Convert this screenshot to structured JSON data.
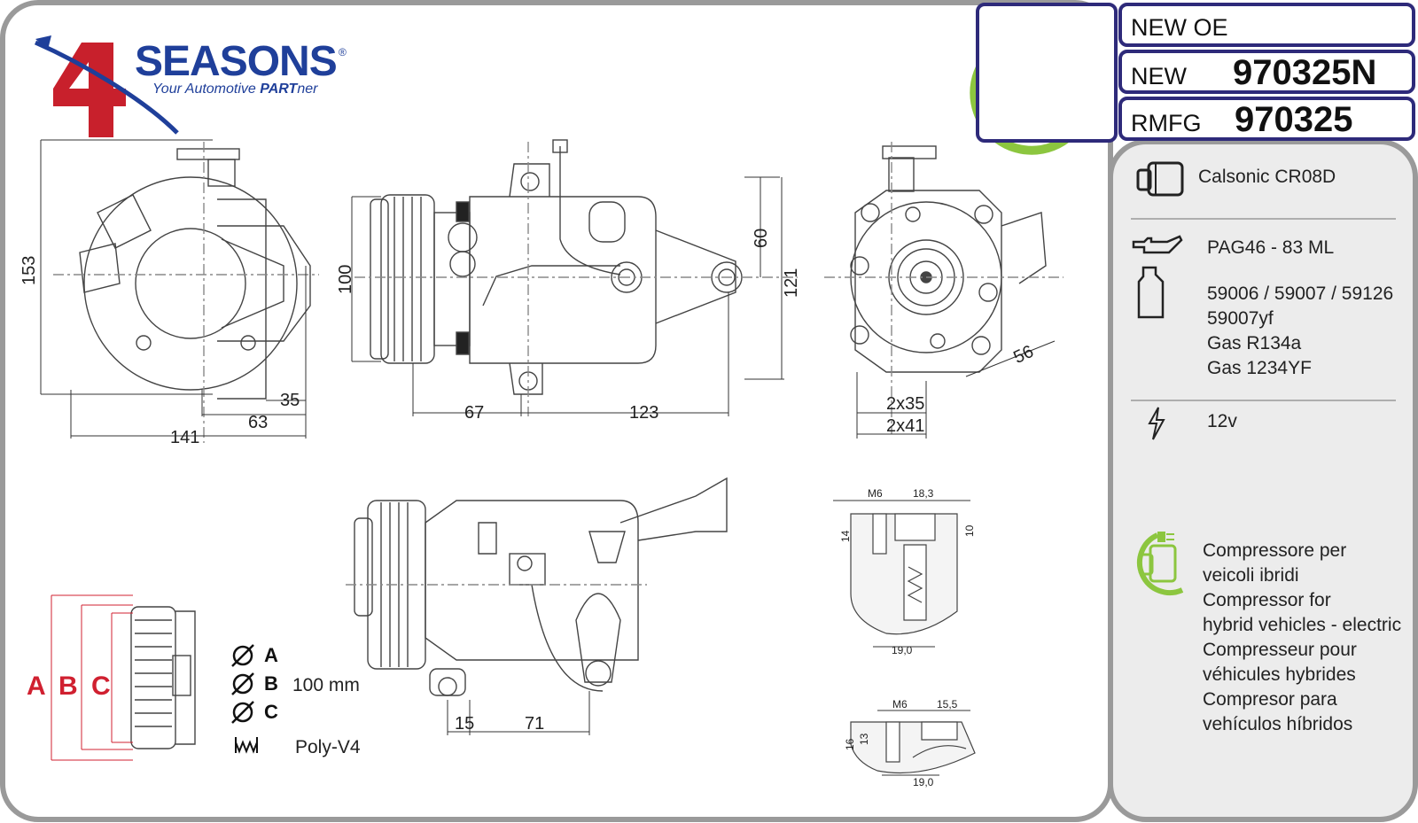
{
  "brand": {
    "digit": "4",
    "name": "SEASONS",
    "tagline_part1": "Your Automotive ",
    "tagline_part2": "PART",
    "tagline_part3": "ner",
    "registered": "®",
    "colors": {
      "red": "#c8202c",
      "blue": "#1f3f9a"
    }
  },
  "header": {
    "row1": {
      "label": "NEW OE"
    },
    "row2": {
      "label": "NEW",
      "value": "970325N"
    },
    "row3": {
      "label": "RMFG",
      "value": "970325"
    }
  },
  "specs": {
    "compressor": {
      "icon": "compressor-icon",
      "text": "Calsonic CR08D"
    },
    "oil": {
      "icon": "oil-can-icon",
      "text": "PAG46 - 83 ML"
    },
    "refrigerant": {
      "icon": "oil-bottle-icon",
      "lines": [
        "59006 / 59007 / 59126",
        "59007yf",
        "Gas R134a",
        "Gas 1234YF"
      ]
    },
    "voltage": {
      "icon": "lightning-icon",
      "text": "12v"
    },
    "hybrid": {
      "icon": "hybrid-compressor-icon",
      "lines": [
        "Compressore per",
        "veicoli ibridi",
        "Compressor for",
        "hybrid vehicles - electric",
        "Compresseur pour",
        "véhicules hybrides",
        "Compresor para",
        "vehículos híbridos"
      ]
    }
  },
  "pulley": {
    "labels": [
      "A",
      "B",
      "C"
    ],
    "diameter_a": "A",
    "diameter_b": "B",
    "diameter_c": "C",
    "diameter_value": "100 mm",
    "belt_type": "Poly-V4"
  },
  "dimensions": {
    "left_height": "153",
    "left_35": "35",
    "left_63": "63",
    "left_141": "141",
    "center_100": "100",
    "center_60": "60",
    "center_121": "121",
    "center_67": "67",
    "center_123": "123",
    "right_56": "56",
    "right_2x35": "2x35",
    "right_2x41": "2x41",
    "bottom_15": "15",
    "bottom_71": "71",
    "port1_m6": "M6",
    "port1_18_3": "18,3",
    "port1_14": "14",
    "port1_10": "10",
    "port1_19": "19,0",
    "port2_m6": "M6",
    "port2_15_5": "15,5",
    "port2_16": "16",
    "port2_13": "13",
    "port2_19": "19,0"
  },
  "colors": {
    "frame_gray": "#9a9a9a",
    "panel_gray": "#ececec",
    "header_border": "#2e2a7a",
    "hybrid_green": "#8cc63f",
    "dim_red": "#d02030"
  }
}
